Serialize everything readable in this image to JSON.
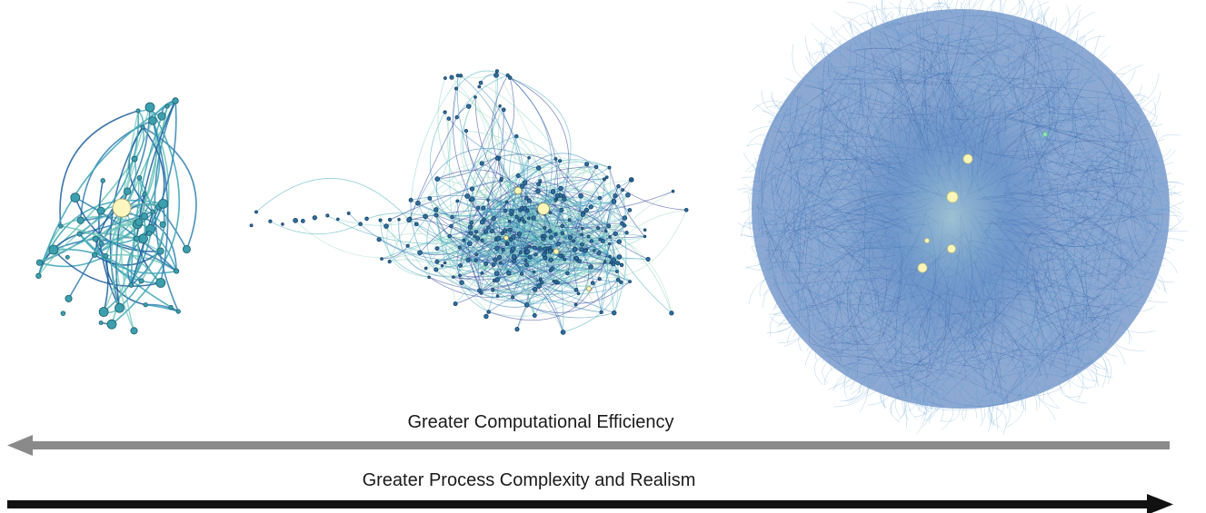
{
  "arrows": {
    "efficiency": {
      "label": "Greater Computational Efficiency",
      "direction": "left",
      "color": "#8a8a8a"
    },
    "complexity": {
      "label": "Greater Process Complexity and Realism",
      "direction": "right",
      "color": "#111111"
    }
  },
  "networks": [
    {
      "id": "small",
      "hub_color": "#fdf6bf",
      "node_color": "#3b9fae",
      "edge_colors": [
        "#3aa3b5",
        "#2f7fb0",
        "#67c2b8",
        "#1f5f9c"
      ]
    },
    {
      "id": "medium",
      "hub_color": "#fbf5b8",
      "node_color": "#2c6f9e",
      "edge_colors": [
        "#7fd0c4",
        "#3ba8b8",
        "#2c7fb8",
        "#253494",
        "#a8dcc0"
      ]
    },
    {
      "id": "large",
      "hub_color": "#fbf5b8",
      "node_color": "#2a5ea8",
      "edge_colors": [
        "#2b5fad",
        "#3a78bf",
        "#1f4b94",
        "#5c9cd0",
        "#7cb8d8"
      ]
    }
  ]
}
